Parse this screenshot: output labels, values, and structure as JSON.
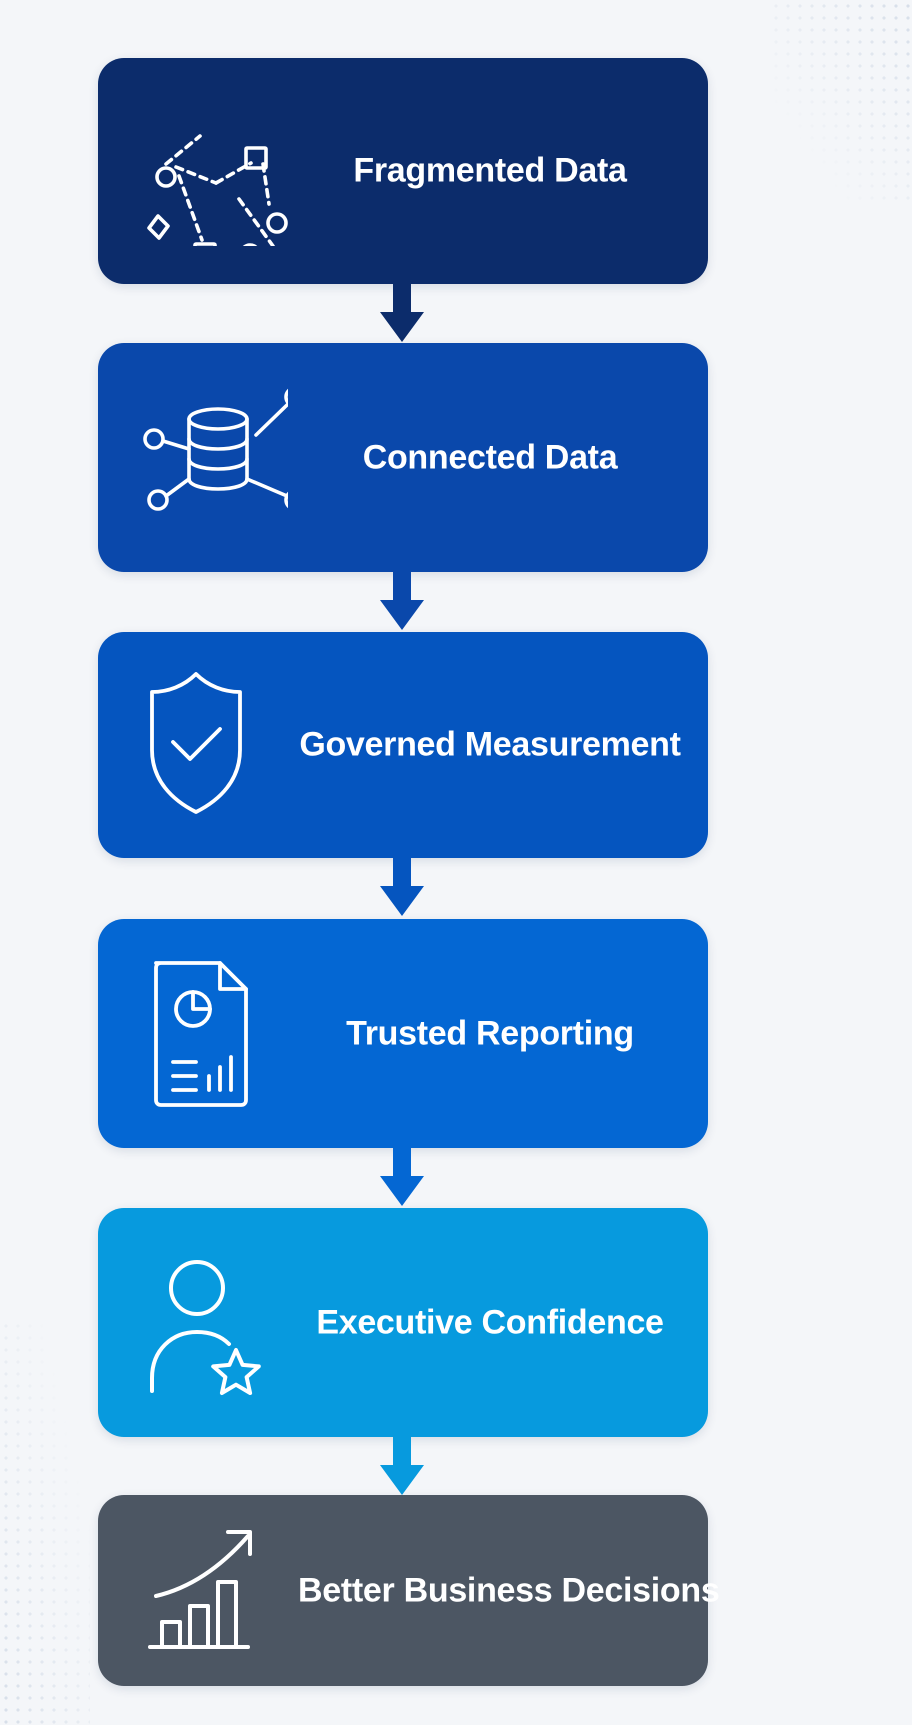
{
  "steps": [
    {
      "label": "Fragmented Data",
      "color": "#0c2c6b",
      "icon": "fragmented-data-icon"
    },
    {
      "label": "Connected Data",
      "color": "#0a48ab",
      "icon": "database-network-icon"
    },
    {
      "label": "Governed Measurement",
      "color": "#0555bf",
      "icon": "shield-check-icon"
    },
    {
      "label": "Trusted Reporting",
      "color": "#0467d3",
      "icon": "report-document-icon"
    },
    {
      "label": "Executive Confidence",
      "color": "#079ade",
      "icon": "user-star-icon"
    },
    {
      "label": "Better Business Decisions",
      "color": "#4c5663",
      "icon": "growth-chart-icon"
    }
  ],
  "arrow_colors": [
    "#0c2c6b",
    "#0a48ab",
    "#0555bf",
    "#0467d3",
    "#079ade"
  ],
  "text_color": "#ffffff"
}
